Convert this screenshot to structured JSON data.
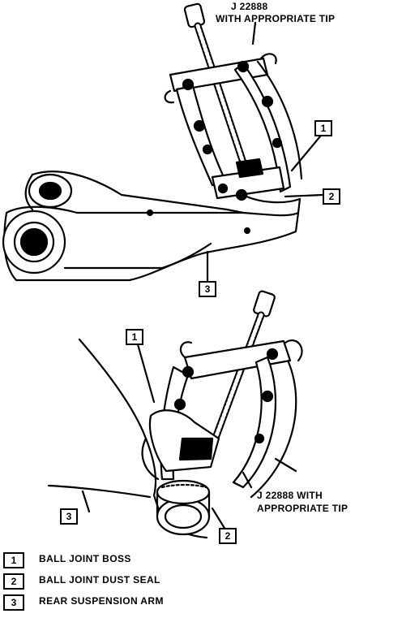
{
  "top_view": {
    "tool_label_line1": "J 22888",
    "tool_label_line2": "WITH APPROPRIATE TIP",
    "callout_1": "1",
    "callout_2": "2",
    "callout_3": "3"
  },
  "bottom_view": {
    "tool_label_line1": "J 22888 WITH",
    "tool_label_line2": "APPROPRIATE TIP",
    "callout_1": "1",
    "callout_2": "2",
    "callout_3": "3"
  },
  "legend": [
    {
      "number": "1",
      "text": "BALL JOINT BOSS"
    },
    {
      "number": "2",
      "text": "BALL JOINT DUST SEAL"
    },
    {
      "number": "3",
      "text": "REAR SUSPENSION ARM"
    }
  ]
}
